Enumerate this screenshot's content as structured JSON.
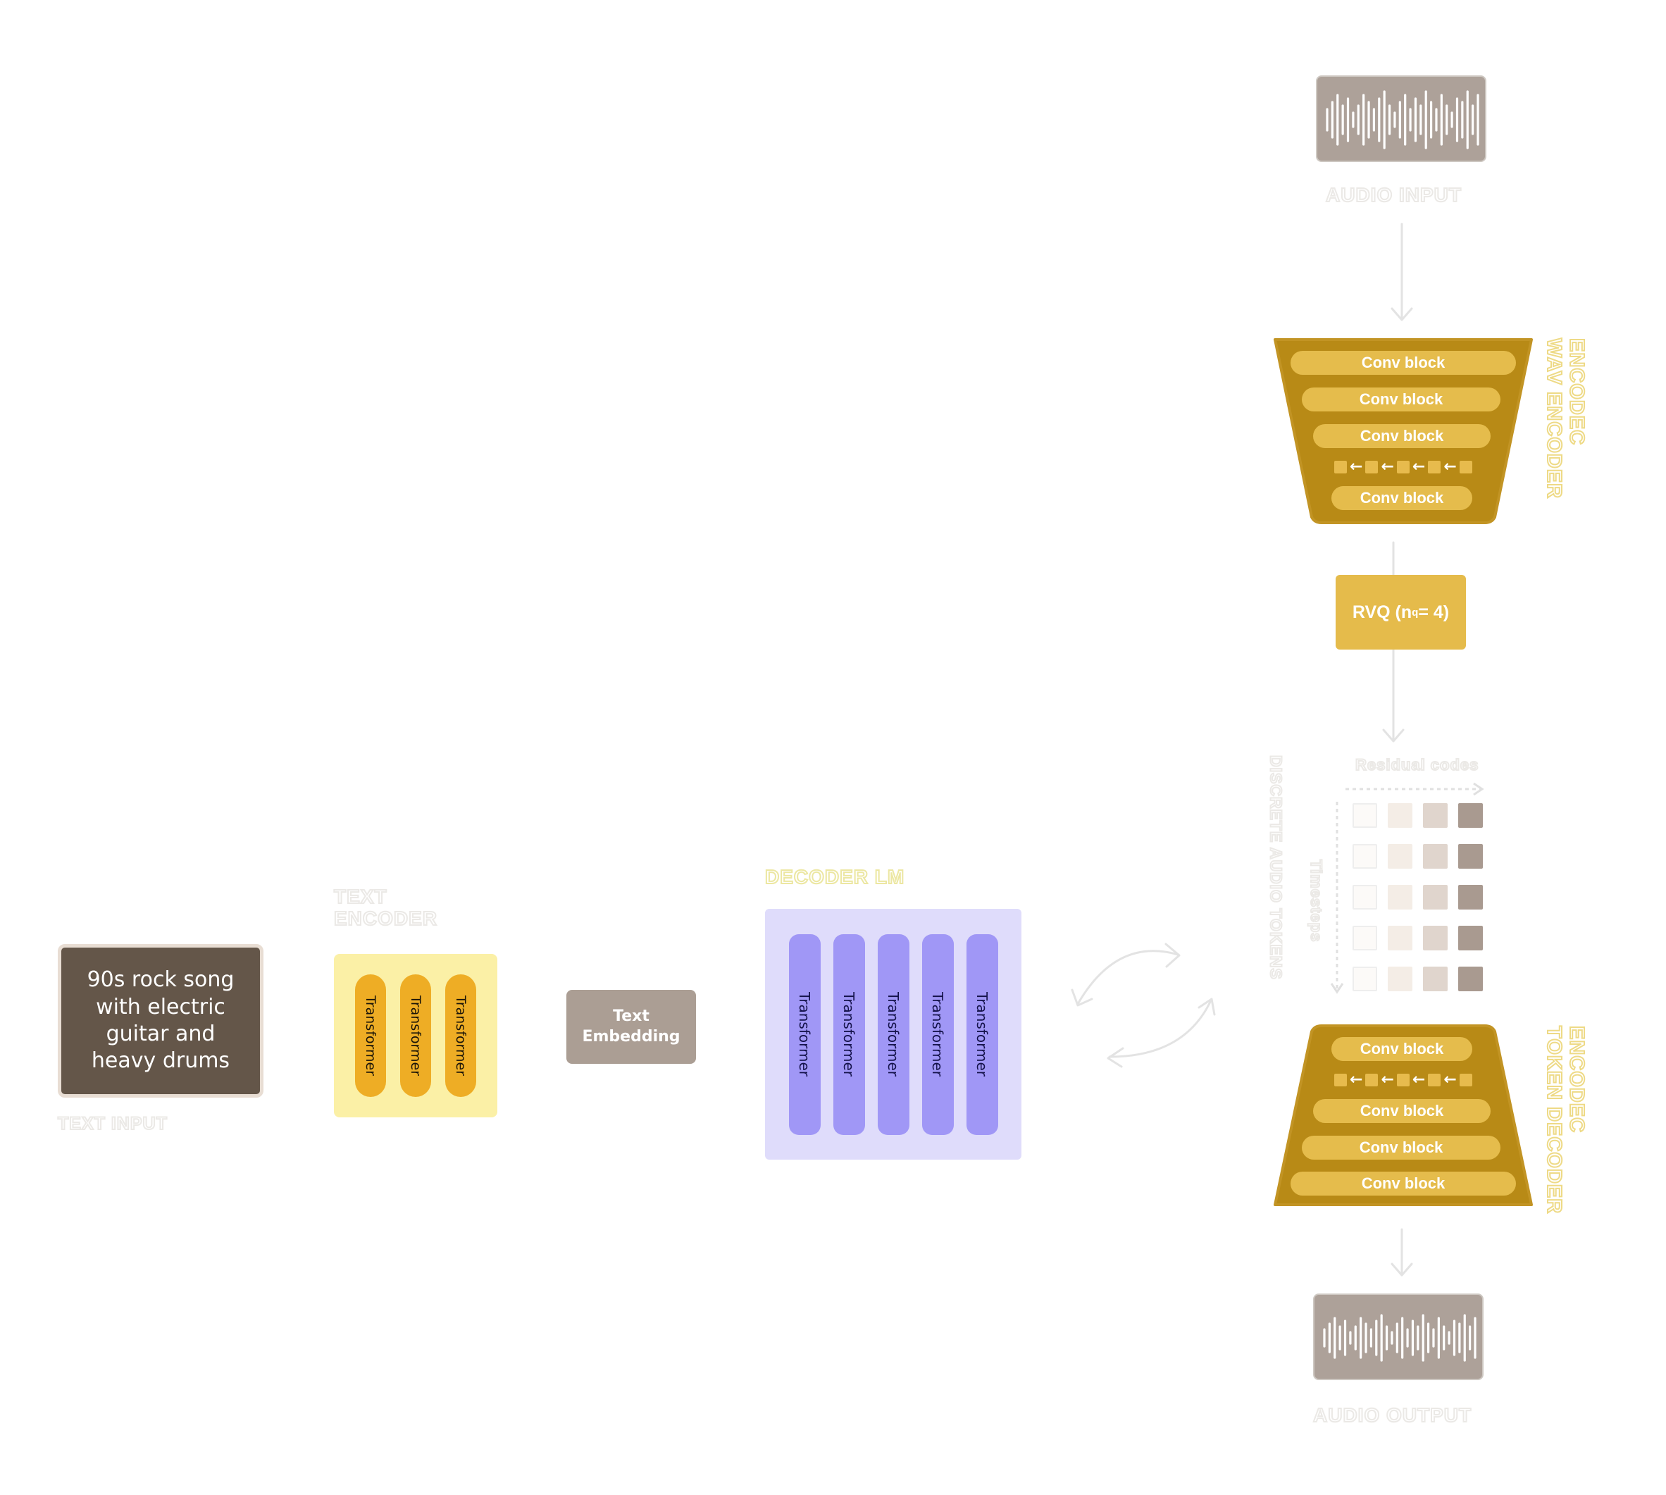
{
  "text_input": {
    "prompt": "90s rock song with electric guitar and heavy drums",
    "label": "TEXT INPUT"
  },
  "text_encoder": {
    "label_line1": "TEXT",
    "label_line2": "ENCODER",
    "blocks": [
      "Transformer",
      "Transformer",
      "Transformer"
    ]
  },
  "text_embedding": {
    "label_line1": "Text",
    "label_line2": "Embedding"
  },
  "decoder_lm": {
    "label": "DECODER LM",
    "blocks": [
      "Transformer",
      "Transformer",
      "Transformer",
      "Transformer",
      "Transformer"
    ]
  },
  "audio_input": {
    "label": "AUDIO INPUT"
  },
  "wav_encoder": {
    "label_line1": "ENCODEC",
    "label_line2": "WAV ENCODER",
    "blocks": [
      "Conv block",
      "Conv block",
      "Conv block",
      "Conv block"
    ]
  },
  "rvq": {
    "prefix": "RVQ (n",
    "subscript": "q",
    "suffix": " = 4)"
  },
  "tokens": {
    "side_label": "DISCRETE AUDIO TOKENS",
    "residual_label": "Residual codes",
    "timesteps_label": "Timesteps",
    "column_colors": [
      "#fcfaf8",
      "#f4ede6",
      "#e0d5cd",
      "#a99a90"
    ]
  },
  "token_decoder": {
    "label_line1": "ENCODEC",
    "label_line2": "TOKEN DECODER",
    "blocks": [
      "Conv block",
      "Conv block",
      "Conv block",
      "Conv block"
    ]
  },
  "audio_output": {
    "label": "AUDIO OUTPUT"
  },
  "colors": {
    "dark_brown": "#645649",
    "gold": "#b88a16",
    "gold_light": "#e5bb4b",
    "text_encoder_bg": "#fbf0a6",
    "transformer_orange": "#eead25",
    "decoder_bg": "#dfdcfb",
    "decoder_purple": "#a097f6",
    "embedding_taupe": "#ab9e94"
  }
}
